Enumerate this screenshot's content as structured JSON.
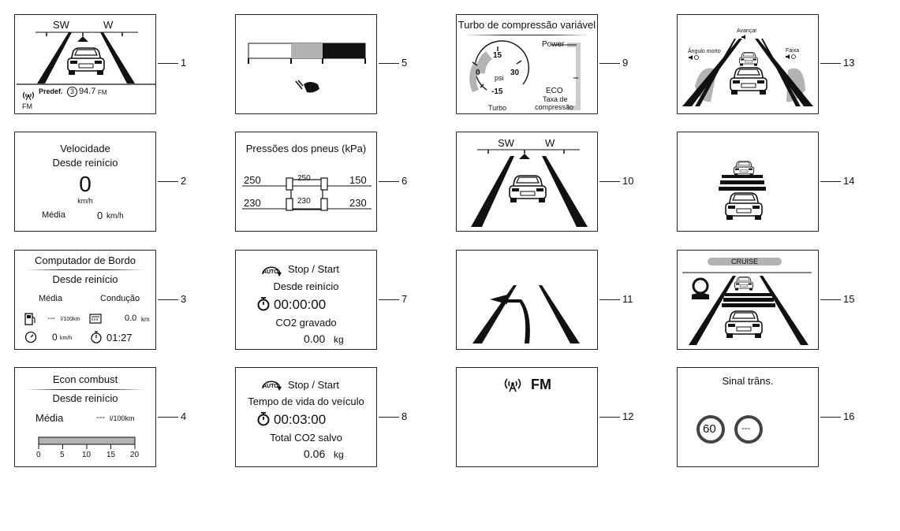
{
  "panels": {
    "p1": {
      "compass_sw": "SW",
      "compass_w": "W",
      "preset_label": "Predef.",
      "preset_num": "3",
      "frequency": "94.7",
      "band": "FM",
      "fm_icon_label": "FM",
      "callout": "1"
    },
    "p2": {
      "title": "Velocidade",
      "subtitle": "Desde reinício",
      "value": "0",
      "unit": "km/h",
      "avg_label": "Média",
      "avg_value": "0",
      "avg_unit": "km/h",
      "callout": "2"
    },
    "p3": {
      "title": "Computador de Bordo",
      "subtitle": "Desde reinício",
      "col_avg": "Média",
      "col_drive": "Condução",
      "fuel_value": "---",
      "fuel_unit": "l/100km",
      "range_value": "0.0",
      "range_unit": "km",
      "speed_value": "0",
      "speed_unit": "km/h",
      "time_value": "01:27",
      "callout": "3"
    },
    "p4": {
      "title": "Econ combust",
      "subtitle": "Desde reinício",
      "avg_label": "Média",
      "avg_value": "---",
      "avg_unit": "l/100km",
      "scale": [
        "0",
        "5",
        "10",
        "15",
        "20"
      ],
      "callout": "4"
    },
    "p5": {
      "callout": "5"
    },
    "p6": {
      "title": "Pressões dos pneus (kPa)",
      "fl": "250",
      "fr": "150",
      "rl": "230",
      "rr": "230",
      "center_front": "250",
      "center_rear": "230",
      "callout": "6"
    },
    "p7": {
      "auto": "AUTO",
      "title": "Stop / Start",
      "subtitle": "Desde reinício",
      "timer": "00:00:00",
      "co2_label": "CO2 gravado",
      "co2_value": "0.00",
      "co2_unit": "kg",
      "callout": "7"
    },
    "p8": {
      "auto": "AUTO",
      "title": "Stop / Start",
      "subtitle": "Tempo de vida do veículo",
      "timer": "00:03:00",
      "co2_label": "Total CO2 salvo",
      "co2_value": "0.06",
      "co2_unit": "kg",
      "callout": "8"
    },
    "p9": {
      "title": "Turbo de compressão variável",
      "g15": "15",
      "g0": "0",
      "g30": "30",
      "gm15": "-15",
      "psi": "psi",
      "turbo": "Turbo",
      "power": "Power",
      "eco": "ECO",
      "ratio1": "Taxa de",
      "ratio2": "compressão",
      "callout": "9"
    },
    "p10": {
      "compass_sw": "SW",
      "compass_w": "W",
      "callout": "10"
    },
    "p11": {
      "callout": "11"
    },
    "p12": {
      "band": "FM",
      "callout": "12"
    },
    "p13": {
      "advance": "Avançar",
      "blind": "Ângulo morto",
      "lane": "Faixa",
      "callout": "13"
    },
    "p14": {
      "callout": "14"
    },
    "p15": {
      "cruise": "CRUISE",
      "callout": "15"
    },
    "p16": {
      "title": "Sinal trâns.",
      "speed_sign": "60",
      "unknown_sign": "---",
      "callout": "16"
    }
  },
  "colors": {
    "gray_fill": "#b3b3b3",
    "dark": "#111111",
    "light_gray": "#cccccc"
  }
}
